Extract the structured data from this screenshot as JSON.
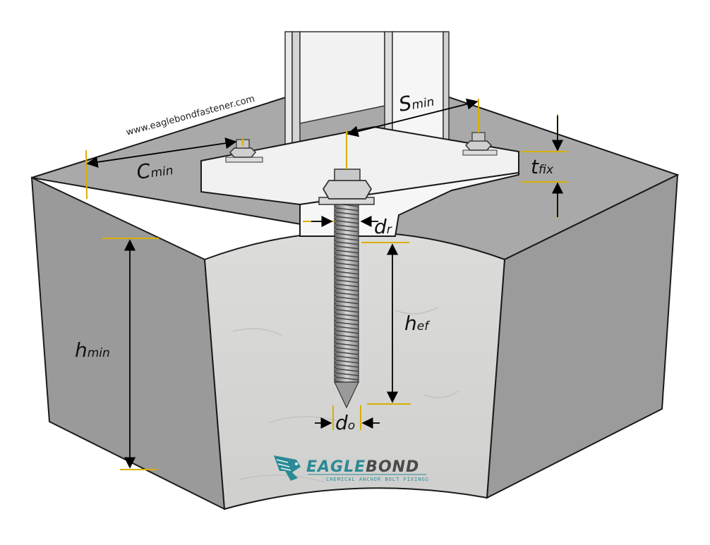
{
  "website": "www.eaglebondfastener.com",
  "dimensions": [
    {
      "id": "c-min",
      "main": "C",
      "sub": "min"
    },
    {
      "id": "s-min",
      "main": "S",
      "sub": "min"
    },
    {
      "id": "t-fix",
      "main": "t",
      "sub": "fix"
    },
    {
      "id": "d-r",
      "main": "d",
      "sub": "r"
    },
    {
      "id": "h-ef",
      "main": "h",
      "sub": "ef"
    },
    {
      "id": "h-min",
      "main": "h",
      "sub": "min"
    },
    {
      "id": "d-o",
      "main": "d",
      "sub": "o"
    }
  ],
  "logo": {
    "part1": "EAGLE",
    "part2": "BOND",
    "tagline": "CHEMICAL ANCHOR BOLT FIXINGS"
  },
  "colors": {
    "dimension_line": "#d8b000",
    "concrete_side": "#9b9b9b",
    "concrete_top": "#a8a8a8",
    "concrete_front": "#d6d6d4",
    "brand_teal": "#2a8a95",
    "brand_dark": "#4a4a4a"
  }
}
